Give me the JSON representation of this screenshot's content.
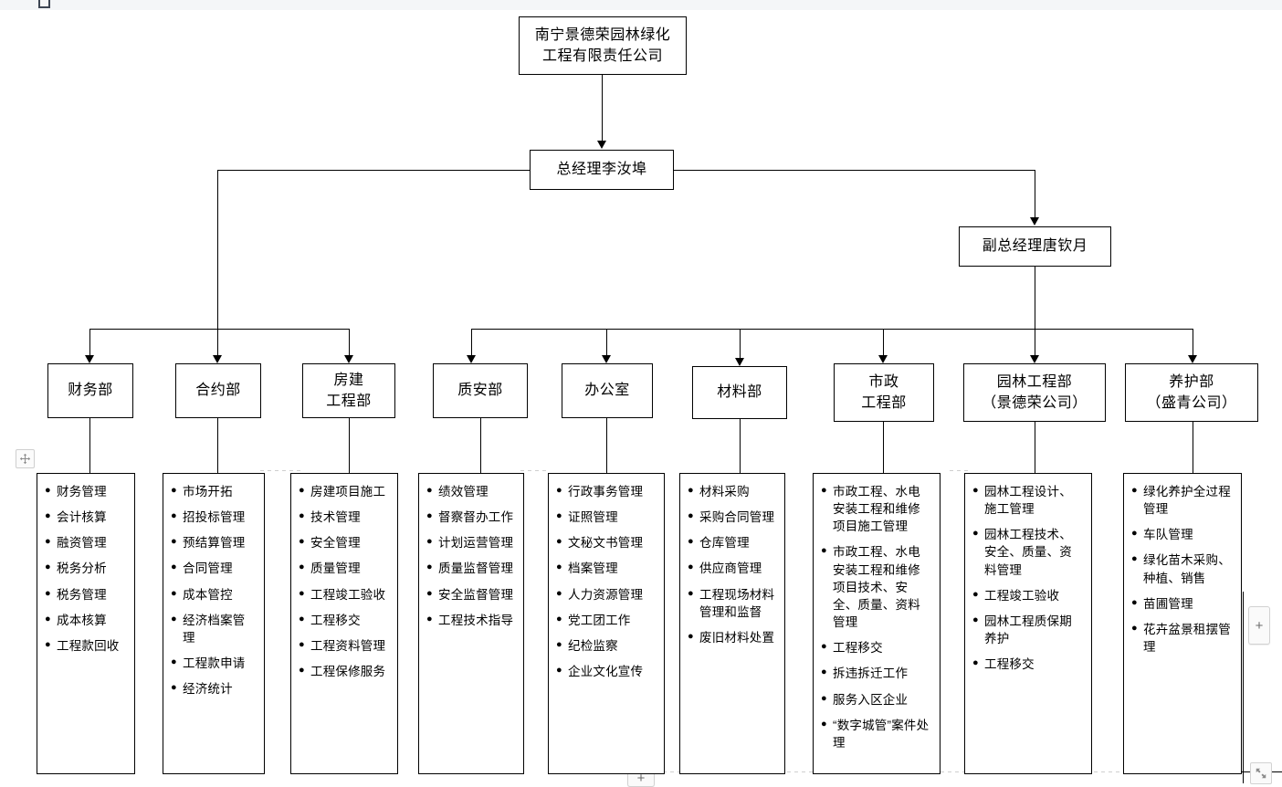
{
  "chart": {
    "type": "org-chart",
    "root": {
      "label": "南宁景德荣园林绿化工程有限责任公司",
      "lines": [
        "南宁景德荣园林绿化",
        "工程有限责任公司"
      ]
    },
    "general_manager": {
      "label": "总经理李汝埠"
    },
    "deputy_manager": {
      "label": "副总经理唐钦月"
    },
    "departments": [
      {
        "name": "财务部",
        "lines": [
          "财务部"
        ],
        "parent": "总经理李汝埠",
        "duties": [
          "财务管理",
          "会计核算",
          "融资管理",
          "税务分析",
          "税务管理",
          "成本核算",
          "工程款回收"
        ]
      },
      {
        "name": "合约部",
        "lines": [
          "合约部"
        ],
        "parent": "总经理李汝埠",
        "duties": [
          "市场开拓",
          "招投标管理",
          "预结算管理",
          "合同管理",
          "成本管控",
          "经济档案管理",
          "工程款申请",
          "经济统计"
        ]
      },
      {
        "name": "房建工程部",
        "lines": [
          "房建",
          "工程部"
        ],
        "parent": "总经理李汝埠",
        "duties": [
          "房建项目施工",
          "技术管理",
          "安全管理",
          "质量管理",
          "工程竣工验收",
          "工程移交",
          "工程资料管理",
          "工程保修服务"
        ]
      },
      {
        "name": "质安部",
        "lines": [
          "质安部"
        ],
        "parent": "副总经理唐钦月",
        "duties": [
          "绩效管理",
          "督察督办工作",
          "计划运营管理",
          "质量监督管理",
          "安全监督管理",
          "工程技术指导"
        ]
      },
      {
        "name": "办公室",
        "lines": [
          "办公室"
        ],
        "parent": "副总经理唐钦月",
        "duties": [
          "行政事务管理",
          "证照管理",
          "文秘文书管理",
          "档案管理",
          "人力资源管理",
          "党工团工作",
          "纪检监察",
          "企业文化宣传"
        ]
      },
      {
        "name": "材料部",
        "lines": [
          "材料部"
        ],
        "parent": "副总经理唐钦月",
        "duties": [
          "材料采购",
          "采购合同管理",
          "仓库管理",
          "供应商管理",
          "工程现场材料管理和监督",
          "废旧材料处置"
        ]
      },
      {
        "name": "市政工程部",
        "lines": [
          "市政",
          "工程部"
        ],
        "parent": "副总经理唐钦月",
        "duties": [
          "市政工程、水电安装工程和维修项目施工管理",
          "市政工程、水电安装工程和维修项目技术、安全、质量、资料管理",
          "工程移交",
          "拆违拆迁工作",
          "服务入区企业",
          "“数字城管”案件处理"
        ]
      },
      {
        "name": "园林工程部（景德荣公司）",
        "lines": [
          "园林工程部",
          "（景德荣公司）"
        ],
        "parent": "副总经理唐钦月",
        "duties": [
          "园林工程设计、施工管理",
          "园林工程技术、安全、质量、资料管理",
          "工程竣工验收",
          "园林工程质保期养护",
          "工程移交"
        ]
      },
      {
        "name": "养护部（盛青公司）",
        "lines": [
          "养护部",
          "（盛青公司）"
        ],
        "parent": "副总经理唐钦月",
        "duties": [
          "绿化养护全过程管理",
          "车队管理",
          "绿化苗木采购、种植、销售",
          "苗圃管理",
          "花卉盆景租摆管理"
        ]
      }
    ]
  },
  "controls": {
    "add_right_label": "+",
    "add_bottom_label": "+",
    "move_handle_icon": "move-icon",
    "resize_handle_icon": "resize-icon",
    "top_handle_icon": "anchor-handle-icon"
  },
  "colors": {
    "stroke": "#000000",
    "background": "#ffffff",
    "chrome_strip": "#f4f6f8",
    "handle_border": "#3d4654",
    "control_border": "#d2d2d2"
  }
}
